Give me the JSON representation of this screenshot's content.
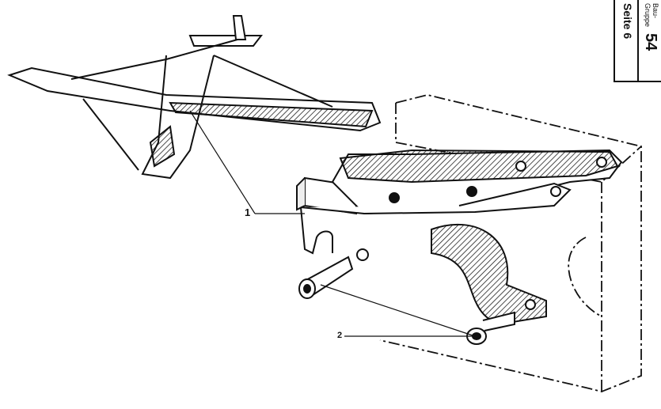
{
  "title_block": {
    "group_label_1": "Bau-",
    "group_label_2": "Gruppe",
    "group_number": "54",
    "page_label": "Seite 6"
  },
  "callouts": [
    {
      "number": "1"
    },
    {
      "number": "2"
    }
  ]
}
